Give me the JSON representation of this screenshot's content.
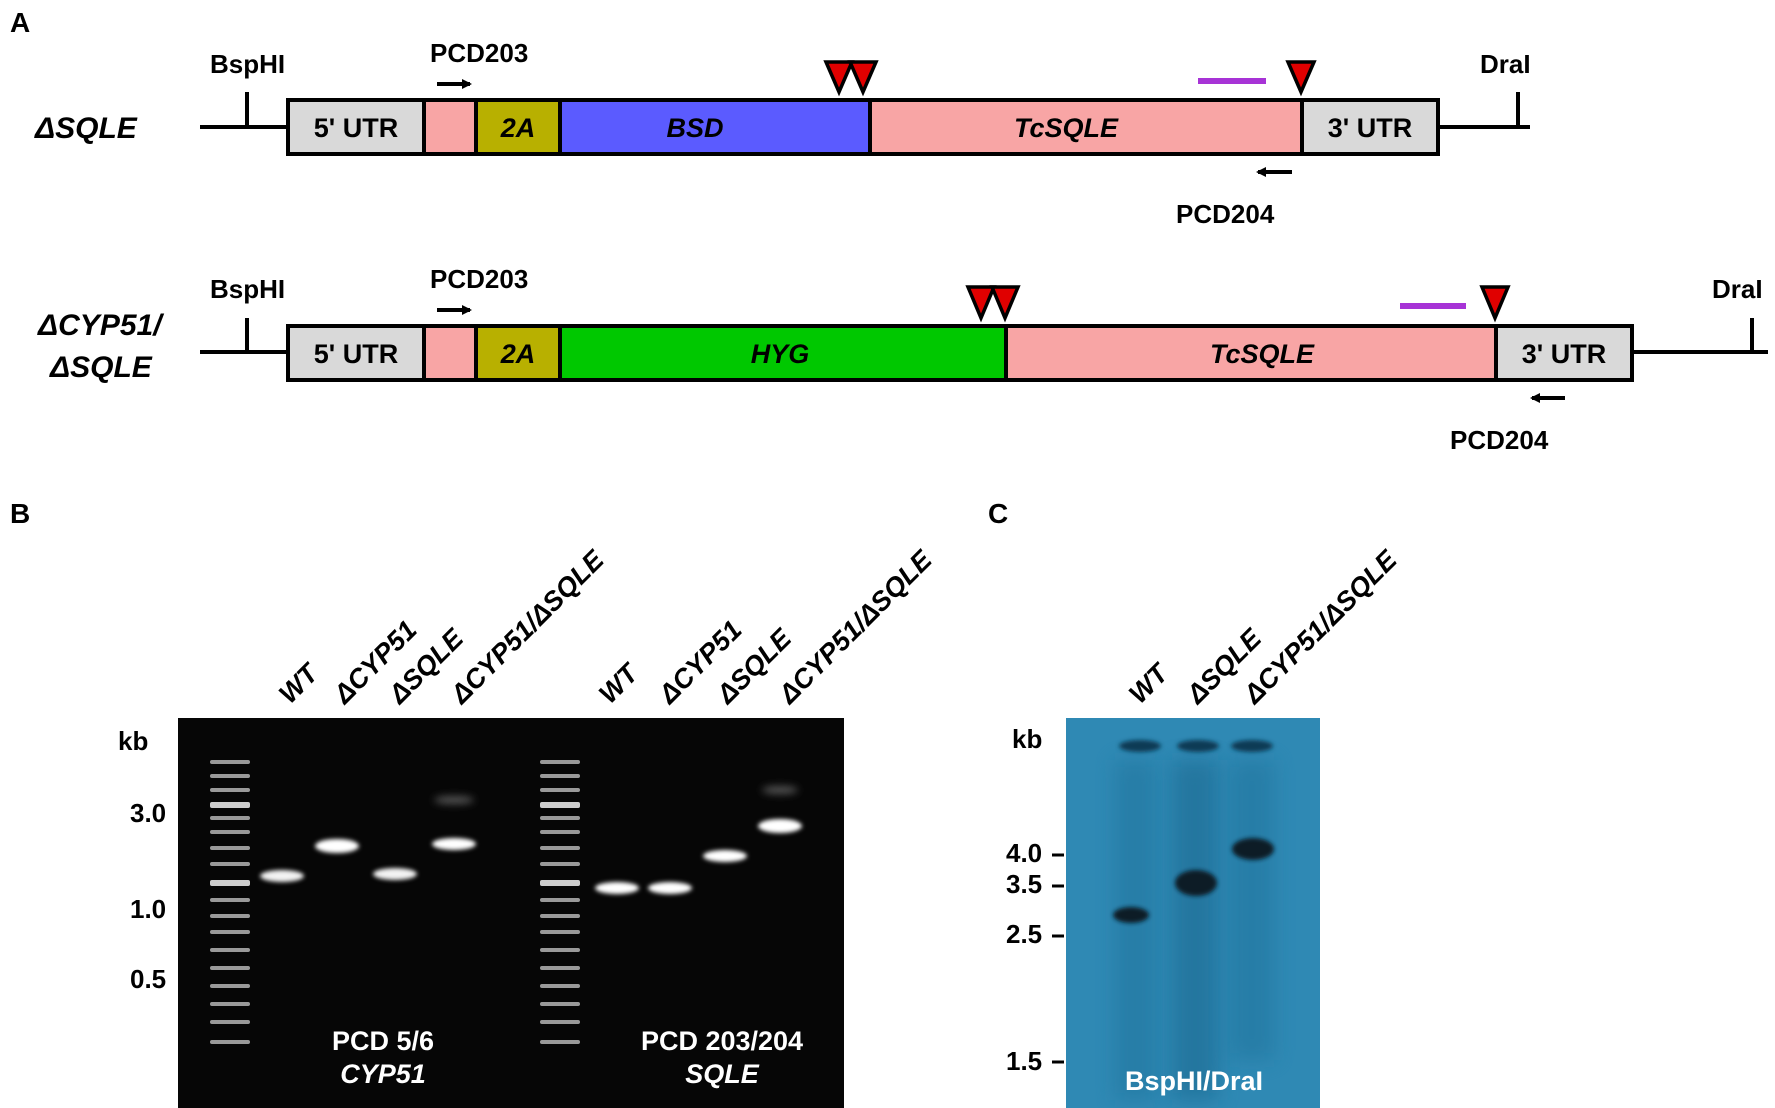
{
  "panelA": {
    "label": "A",
    "enzyme_left": "BspHI",
    "enzyme_right": "DraI",
    "construct1": {
      "name": "ΔSQLE",
      "primer_fwd": "PCD203",
      "primer_rev": "PCD204",
      "segments": [
        "5' UTR",
        "",
        "2A",
        "BSD",
        "TcSQLE",
        "3' UTR"
      ]
    },
    "construct2": {
      "name_line1": "ΔCYP51/",
      "name_line2": "ΔSQLE",
      "primer_fwd": "PCD203",
      "primer_rev": "PCD204",
      "segments": [
        "5' UTR",
        "",
        "2A",
        "HYG",
        "TcSQLE",
        "3' UTR"
      ]
    },
    "colors": {
      "utr": "#d9d9d9",
      "pink": "#f8a5a5",
      "twoA": "#b8b000",
      "bsd": "#5b5bff",
      "hyg": "#00c800",
      "probe": "#a733d6",
      "triangle": "#e00000"
    }
  },
  "panelB": {
    "label": "B",
    "unit": "kb",
    "markers": [
      "3.0",
      "1.0",
      "0.5"
    ],
    "lanes_left": [
      "WT",
      "ΔCYP51",
      "ΔSQLE",
      "ΔCYP51/ΔSQLE"
    ],
    "lanes_right": [
      "WT",
      "ΔCYP51",
      "ΔSQLE",
      "ΔCYP51/ΔSQLE"
    ],
    "caption_left_1": "PCD 5/6",
    "caption_left_2": "CYP51",
    "caption_right_1": "PCD 203/204",
    "caption_right_2": "SQLE"
  },
  "panelC": {
    "label": "C",
    "unit": "kb",
    "markers": [
      "4.0",
      "3.5",
      "2.5",
      "1.5"
    ],
    "lanes": [
      "WT",
      "ΔSQLE",
      "ΔCYP51/ΔSQLE"
    ],
    "caption": "BspHI/DraI",
    "blot_color": "#2f89b4"
  }
}
